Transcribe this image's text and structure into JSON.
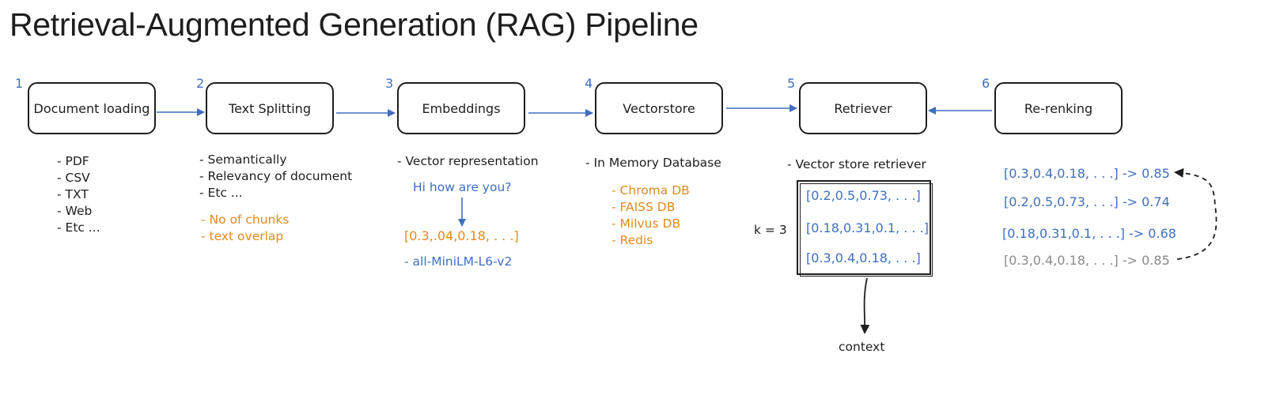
{
  "title": "Retrieval-Augmented Generation (RAG) Pipeline",
  "steps": [
    {
      "number": "1",
      "label": "Document loading",
      "items": [
        "- PDF",
        "- CSV",
        "- TXT",
        "- Web",
        "- Etc ..."
      ],
      "options": []
    },
    {
      "number": "2",
      "label": "Text Splitting",
      "items": [
        "- Semantically",
        "- Relevancy of document",
        "- Etc ..."
      ],
      "options": [
        "- No of chunks",
        "- text overlap"
      ]
    },
    {
      "number": "3",
      "label": "Embeddings",
      "items": [
        "- Vector representation"
      ],
      "example_input": "Hi how are you?",
      "example_vector": "[0.3,.04,0.18, . . .]",
      "model": "- all-MiniLM-L6-v2"
    },
    {
      "number": "4",
      "label": "Vectorstore",
      "items": [
        "- In Memory Database"
      ],
      "options": [
        "- Chroma DB",
        "- FAISS DB",
        "- Milvus DB",
        "- Redis"
      ]
    },
    {
      "number": "5",
      "label": "Retriever",
      "items": [
        "- Vector store retriever"
      ],
      "k_label": "k = 3",
      "results": [
        "[0.2,0.5,0.73, . . .]",
        "[0.18,0.31,0.1, . . .]",
        "[0.3,0.4,0.18, . . .]"
      ],
      "output": "context"
    },
    {
      "number": "6",
      "label": "Re-renking",
      "ranked": [
        "[0.3,0.4,0.18, . . .] -> 0.85",
        "[0.2,0.5,0.73, . . .] -> 0.74",
        "[0.18,0.31,0.1, . . .] -> 0.68",
        "[0.3,0.4,0.18, . . .] -> 0.85"
      ]
    }
  ],
  "colors": {
    "blue": "#3f6fc0",
    "orange": "#e08a1e",
    "gray": "#8a8a8a",
    "ink": "#1e1e1e"
  }
}
